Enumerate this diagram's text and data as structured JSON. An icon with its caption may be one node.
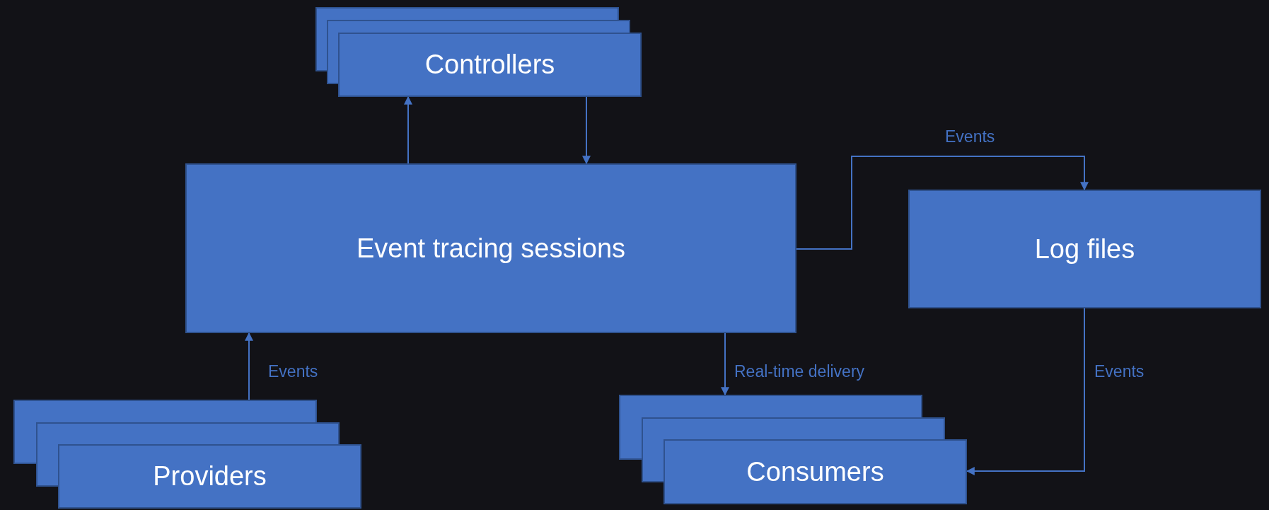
{
  "diagram": {
    "nodes": [
      {
        "text": [
          "Controllers"
        ]
      },
      {
        "text": [
          "Event tracing sessions"
        ]
      },
      {
        "text": [
          "Log files"
        ]
      },
      {
        "text": [
          "Providers"
        ]
      },
      {
        "text": [
          "Consumers"
        ]
      }
    ],
    "edges": [
      {
        "from": 1,
        "to": 0,
        "arrow": "to"
      },
      {
        "from": 0,
        "to": 1,
        "arrow": "to"
      },
      {
        "from": 1,
        "to": 2,
        "arrow": "to",
        "label": "Events"
      },
      {
        "from": 3,
        "to": 1,
        "arrow": "to",
        "label": "Events"
      },
      {
        "from": 1,
        "to": 4,
        "arrow": "to",
        "label": "Real-time delivery"
      },
      {
        "from": 2,
        "to": 4,
        "arrow": "to",
        "label": "Events"
      }
    ]
  }
}
